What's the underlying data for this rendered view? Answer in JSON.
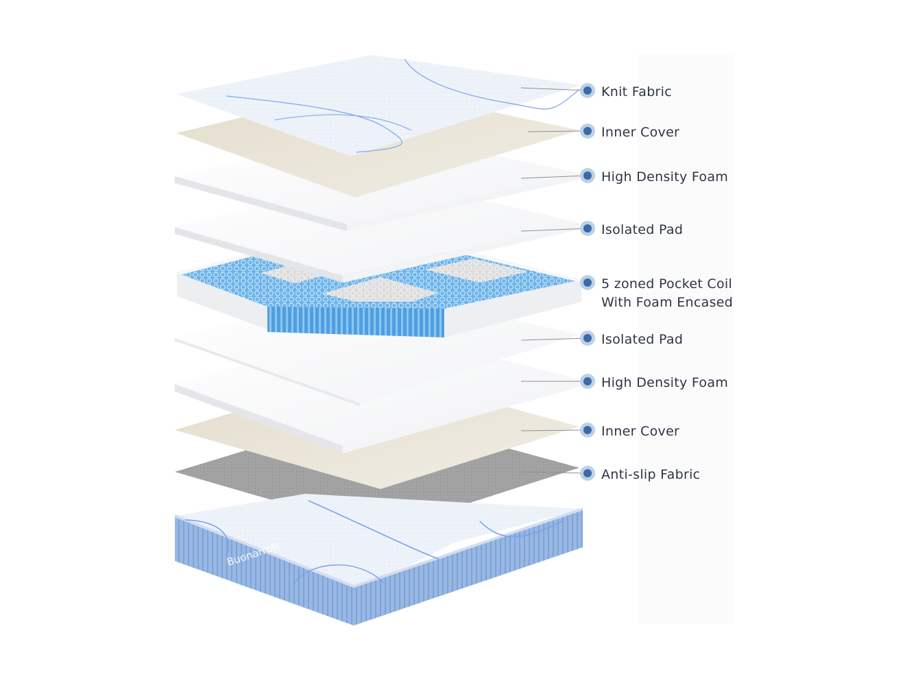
{
  "brand": "Buonarroti",
  "colors": {
    "accent": "#3a6aa8",
    "dot_ring": "#bcd0e6",
    "leader_line": "#8a8f97",
    "knit": "#eef3f9",
    "inner_cover": "#ece7dc",
    "foam": "#ffffff",
    "coil": "#5aa9e6",
    "anti_slip": "#9c9c9c",
    "mattress_side": "#8fb1e0"
  },
  "layers": [
    {
      "id": "knit-fabric",
      "label": "Knit Fabric"
    },
    {
      "id": "inner-cover-top",
      "label": "Inner Cover"
    },
    {
      "id": "high-density-foam-top",
      "label": "High Density  Foam"
    },
    {
      "id": "isolated-pad-top",
      "label": "Isolated Pad"
    },
    {
      "id": "pocket-coil",
      "label": "5 zoned Pocket Coil",
      "label2": "With Foam Encased"
    },
    {
      "id": "isolated-pad-bottom",
      "label": "Isolated Pad"
    },
    {
      "id": "high-density-foam-bottom",
      "label": "High Density  Foam"
    },
    {
      "id": "inner-cover-bottom",
      "label": "Inner Cover"
    },
    {
      "id": "anti-slip-fabric",
      "label": "Anti-slip Fabric"
    }
  ]
}
